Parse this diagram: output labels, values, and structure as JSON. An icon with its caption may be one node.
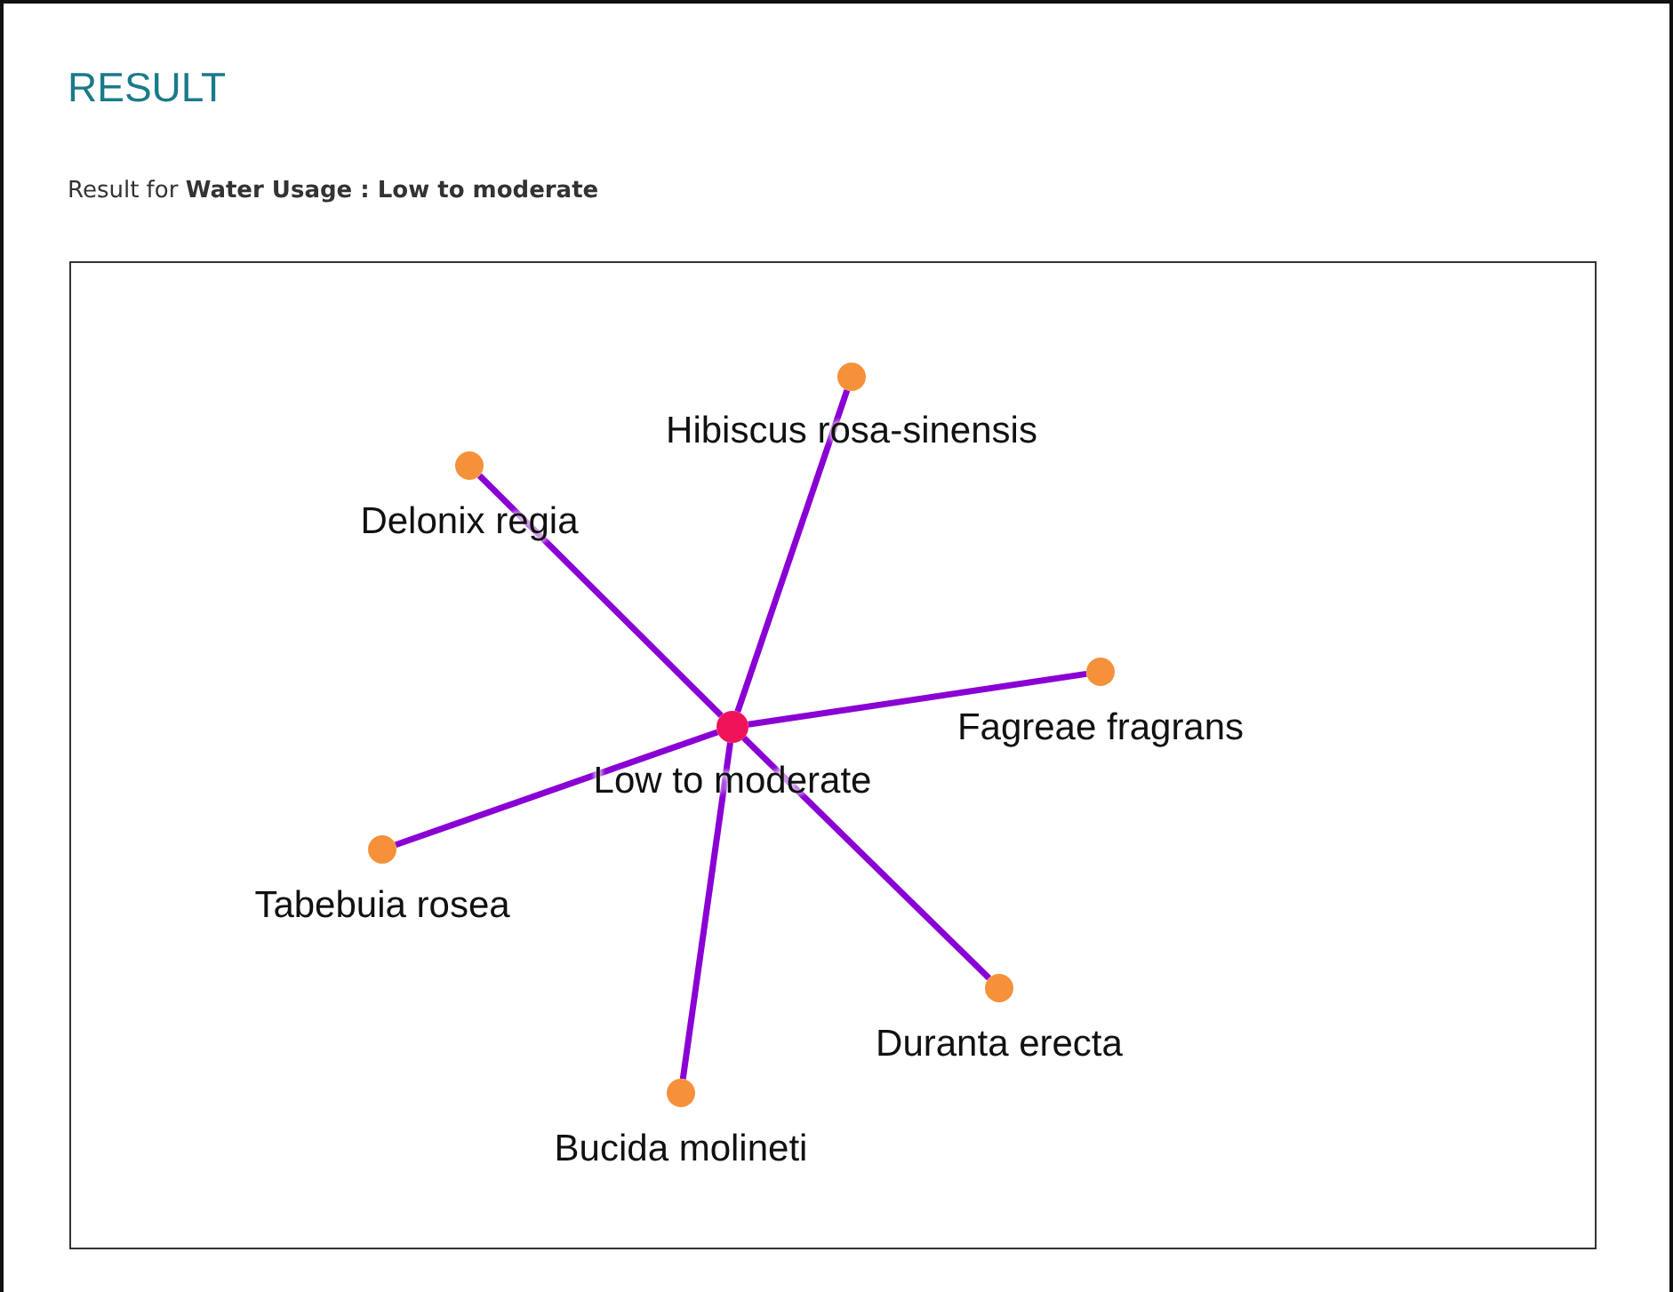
{
  "diagram": {
    "title": "RESULT",
    "nodes": [
      {
        "text": [],
        "shape": "circle",
        "beside": [
          "Low to moderate"
        ]
      },
      {
        "text": [],
        "shape": "circle",
        "beside": [
          "Hibiscus rosa-sinensis"
        ]
      },
      {
        "text": [],
        "shape": "circle",
        "beside": [
          "Delonix regia"
        ]
      },
      {
        "text": [],
        "shape": "circle",
        "beside": [
          "Fagreae fragrans"
        ]
      },
      {
        "text": [],
        "shape": "circle",
        "beside": [
          "Tabebuia rosea"
        ]
      },
      {
        "text": [],
        "shape": "circle",
        "beside": [
          "Duranta erecta"
        ]
      },
      {
        "text": [],
        "shape": "circle",
        "beside": [
          "Bucida molineti"
        ]
      }
    ],
    "edges": [
      {
        "from": 0,
        "to": 1,
        "arrow": "none"
      },
      {
        "from": 0,
        "to": 2,
        "arrow": "none"
      },
      {
        "from": 0,
        "to": 3,
        "arrow": "none"
      },
      {
        "from": 0,
        "to": 4,
        "arrow": "none"
      },
      {
        "from": 0,
        "to": 5,
        "arrow": "none"
      },
      {
        "from": 0,
        "to": 6,
        "arrow": "none"
      }
    ],
    "labels": [
      "Result for **Water Usage : Low to moderate**"
    ]
  }
}
